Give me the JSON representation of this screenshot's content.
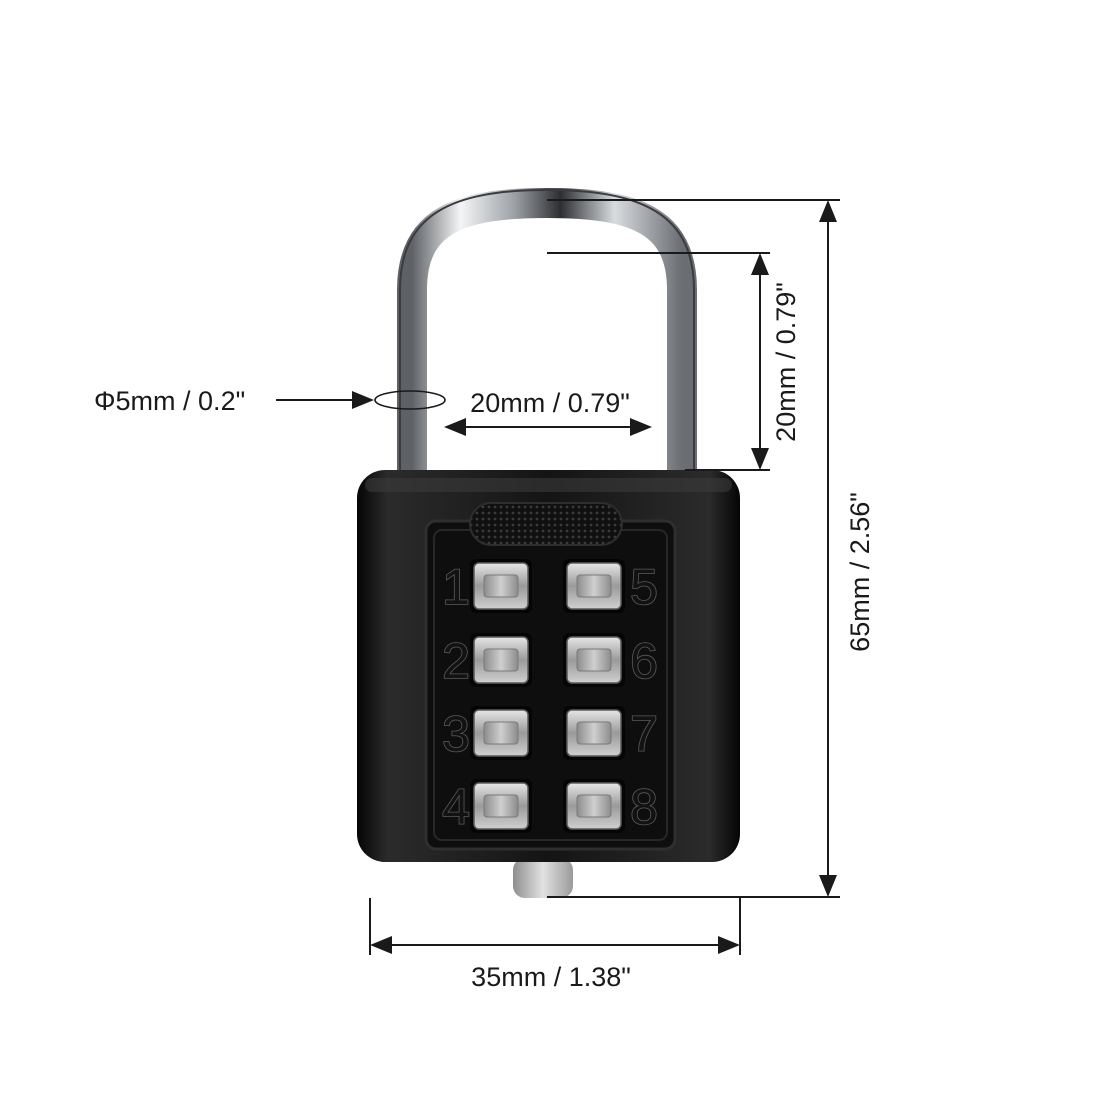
{
  "product": {
    "name": "8-digit push button combination padlock",
    "body_color": "#111111",
    "shackle_color": "#c9ccd0",
    "button_color": "#b7b7b7"
  },
  "keypad": {
    "left_column": [
      "1",
      "2",
      "3",
      "4"
    ],
    "right_column": [
      "5",
      "6",
      "7",
      "8"
    ]
  },
  "dimensions": {
    "shackle_diameter": "Φ5mm / 0.2\"",
    "shackle_inner_width": "20mm / 0.79\"",
    "shackle_clearance": "20mm / 0.79\"",
    "total_height": "65mm / 2.56\"",
    "body_width": "35mm / 1.38\""
  },
  "line_color": "#1a1a1a"
}
